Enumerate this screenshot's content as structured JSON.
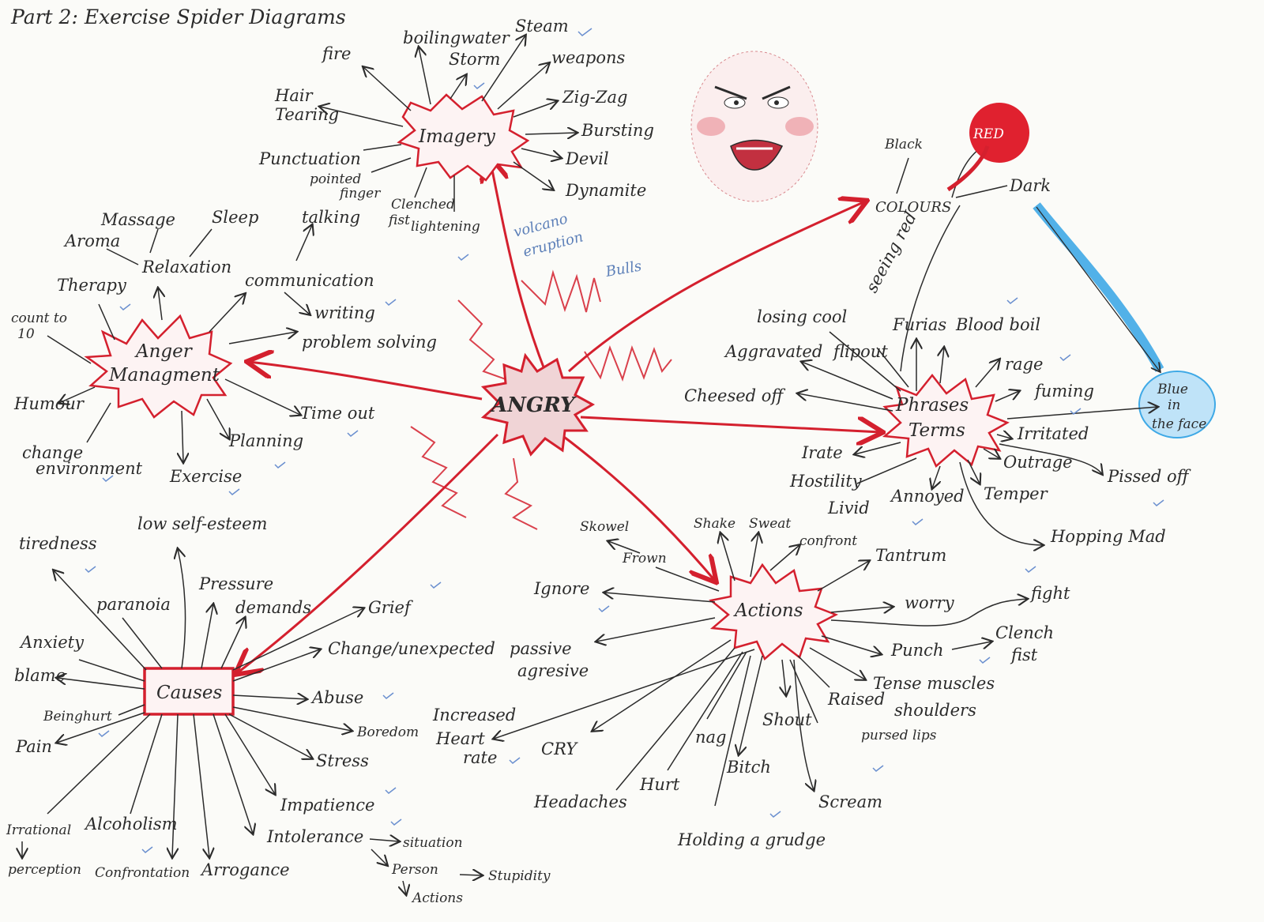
{
  "title": "Part 2: Exercise Spider Diagrams",
  "center": "ANGRY",
  "hubs": {
    "imagery": "Imagery",
    "anger_management": [
      "Anger",
      "Managment"
    ],
    "phrases_terms": [
      "Phrases",
      "Terms"
    ],
    "actions": "Actions",
    "causes": "Causes",
    "colours": "COLOURS"
  },
  "imagery_items": [
    "fire",
    "boilingwater",
    "Steam",
    "Storm",
    "weapons",
    "Zig-Zag",
    "Bursting",
    "Devil",
    "Dynamite",
    "Hair",
    "Tearing",
    "Punctuation",
    "pointed",
    "finger",
    "Clenched",
    "fist",
    "lightening"
  ],
  "imagery_notes": [
    "volcano",
    "eruption",
    "Bulls"
  ],
  "anger_management_items": [
    "Massage",
    "Sleep",
    "Aroma",
    "Relaxation",
    "Therapy",
    "talking",
    "communication",
    "writing",
    "problem solving",
    "count to",
    "10",
    "Humour",
    "change",
    "environment",
    "Exercise",
    "Planning",
    "Time out"
  ],
  "colour_items": [
    "Black",
    "RED",
    "Dark",
    "seeing red",
    "Blue",
    "in",
    "the face"
  ],
  "phrases_items": [
    "losing cool",
    "Furias",
    "Blood boil",
    "Aggravated",
    "flipout",
    "rage",
    "Cheesed off",
    "fuming",
    "Irritated",
    "Irate",
    "Outrage",
    "Pissed off",
    "Hostility",
    "Livid",
    "Annoyed",
    "Temper",
    "Hopping Mad"
  ],
  "actions_items": [
    "Skowel",
    "Frown",
    "Shake",
    "Sweat",
    "confront",
    "Tantrum",
    "Ignore",
    "worry",
    "fight",
    "passive",
    "agresive",
    "Punch",
    "Clench",
    "fist",
    "Tense muscles",
    "Raised",
    "shoulders",
    "Increased",
    "Heart",
    "rate",
    "CRY",
    "Shout",
    "nag",
    "pursed lips",
    "Bitch",
    "Headaches",
    "Hurt",
    "Scream",
    "Holding a grudge"
  ],
  "causes_items": [
    "tiredness",
    "low self-esteem",
    "Pressure",
    "paranoia",
    "demands",
    "Grief",
    "Anxiety",
    "Change/unexpected",
    "blame",
    "Abuse",
    "Beinghurt",
    "Pain",
    "Boredom",
    "Stress",
    "Impatience",
    "Intolerance",
    "situation",
    "Person",
    "Stupidity",
    "Actions",
    "Irrational",
    "perception",
    "Alcoholism",
    "Confrontation",
    "Arrogance"
  ],
  "colors": {
    "red": "#d4202e",
    "pen": "#2b2b2b",
    "blue": "#3fa9e6",
    "check": "#6a8fcf"
  }
}
